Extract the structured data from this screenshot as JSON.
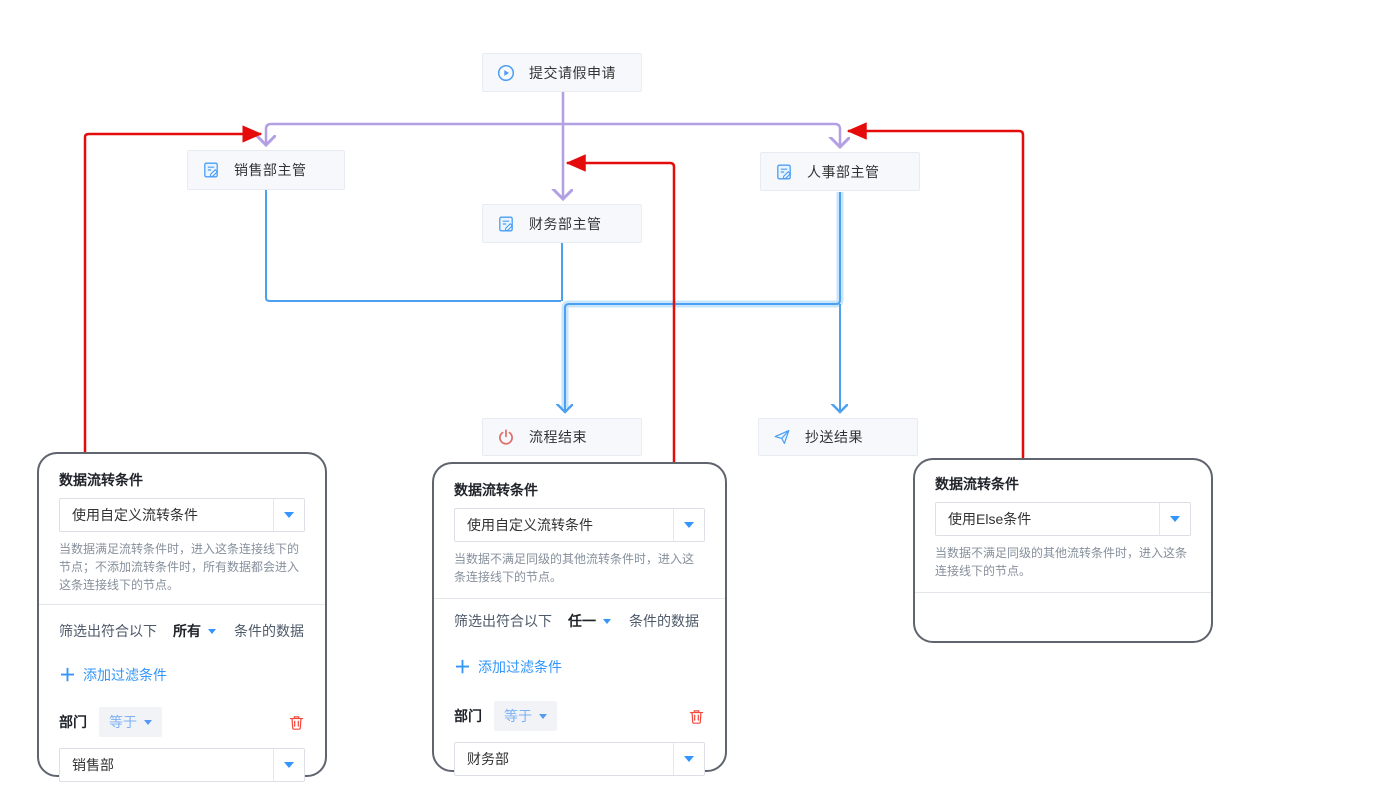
{
  "flow": {
    "nodes": [
      {
        "id": "start",
        "label": "提交请假申请",
        "icon": "play-circle-icon"
      },
      {
        "id": "sales",
        "label": "销售部主管",
        "icon": "edit-doc-icon"
      },
      {
        "id": "finance",
        "label": "财务部主管",
        "icon": "edit-doc-icon"
      },
      {
        "id": "hr",
        "label": "人事部主管",
        "icon": "edit-doc-icon"
      },
      {
        "id": "end",
        "label": "流程结束",
        "icon": "power-icon"
      },
      {
        "id": "cc",
        "label": "抄送结果",
        "icon": "send-icon"
      }
    ],
    "edges": [
      {
        "from": "提交请假申请",
        "to": "销售部主管",
        "style": "purple-branch"
      },
      {
        "from": "提交请假申请",
        "to": "财务部主管",
        "style": "purple-branch"
      },
      {
        "from": "提交请假申请",
        "to": "人事部主管",
        "style": "purple-branch"
      },
      {
        "from": "销售部主管",
        "to": "流程结束",
        "style": "blue-flow"
      },
      {
        "from": "财务部主管",
        "to": "流程结束",
        "style": "blue-flow"
      },
      {
        "from": "人事部主管",
        "to": "流程结束",
        "style": "blue-flow-highlighted"
      },
      {
        "from": "人事部主管",
        "to": "抄送结果",
        "style": "blue-flow"
      }
    ],
    "red_pointers": [
      {
        "from": "left-panel",
        "points_to": "branch above 销售部主管"
      },
      {
        "from": "middle-panel",
        "points_to": "branch above 财务部主管"
      },
      {
        "from": "right-panel",
        "points_to": "branch above 人事部主管"
      }
    ]
  },
  "panels": [
    {
      "title": "数据流转条件",
      "type_value": "使用自定义流转条件",
      "description": "当数据满足流转条件时，进入这条连接线下的节点；不添加流转条件时，所有数据都会进入这条连接线下的节点。",
      "filter": {
        "prefix": "筛选出符合以下",
        "mode": "所有",
        "suffix": "条件的数据"
      },
      "add_label": "添加过滤条件",
      "condition": {
        "field": "部门",
        "operator": "等于",
        "value": "销售部"
      }
    },
    {
      "title": "数据流转条件",
      "type_value": "使用自定义流转条件",
      "description": "当数据不满足同级的其他流转条件时，进入这条连接线下的节点。",
      "filter": {
        "prefix": "筛选出符合以下",
        "mode": "任一",
        "suffix": "条件的数据"
      },
      "add_label": "添加过滤条件",
      "condition": {
        "field": "部门",
        "operator": "等于",
        "value": "财务部"
      }
    },
    {
      "title": "数据流转条件",
      "type_value": "使用Else条件",
      "description": "当数据不满足同级的其他流转条件时，进入这条连接线下的节点。"
    }
  ],
  "colors": {
    "branch_line": "#b3a0e4",
    "flow_line": "#4ba0f0",
    "flow_line_highlight": "#c9e5fc",
    "pointer_line": "#e60b0b",
    "link_blue": "#3296fa",
    "danger_red": "#f0483e",
    "node_bg": "#f7f8fc",
    "panel_border": "#5f646e"
  }
}
